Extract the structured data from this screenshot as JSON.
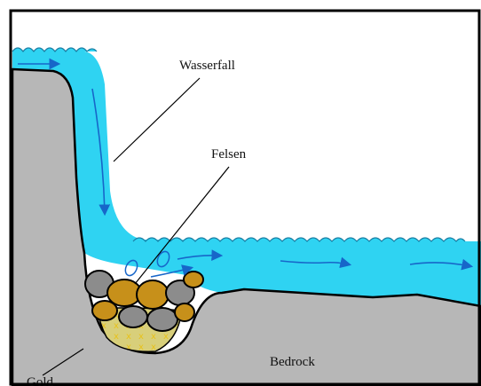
{
  "labels": {
    "waterfall": "Wasserfall",
    "rocks": "Felsen",
    "bedrock": "Bedrock",
    "gold": "Gold"
  },
  "colors": {
    "water": "#2fd3f2",
    "bedrock": "#b7b7b7",
    "rock_brown": "#c7901a",
    "rock_gray": "#8c8c8c",
    "gold_sand": "#d8cf7a",
    "flow_arrow": "#1766c9",
    "frame": "#000000"
  }
}
